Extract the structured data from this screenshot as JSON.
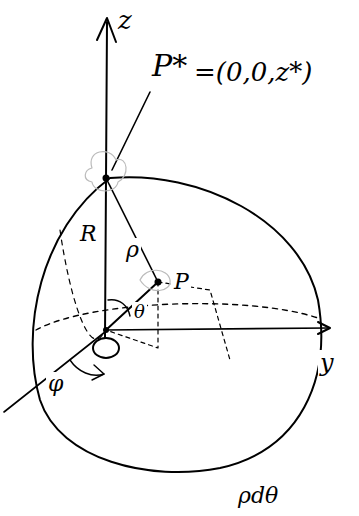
{
  "diagram": {
    "labels": [
      "z",
      "P*",
      "=(0,0,z*)",
      "R",
      "ρ",
      "P",
      "θ",
      "y",
      "φ",
      "ρdθ"
    ]
  }
}
